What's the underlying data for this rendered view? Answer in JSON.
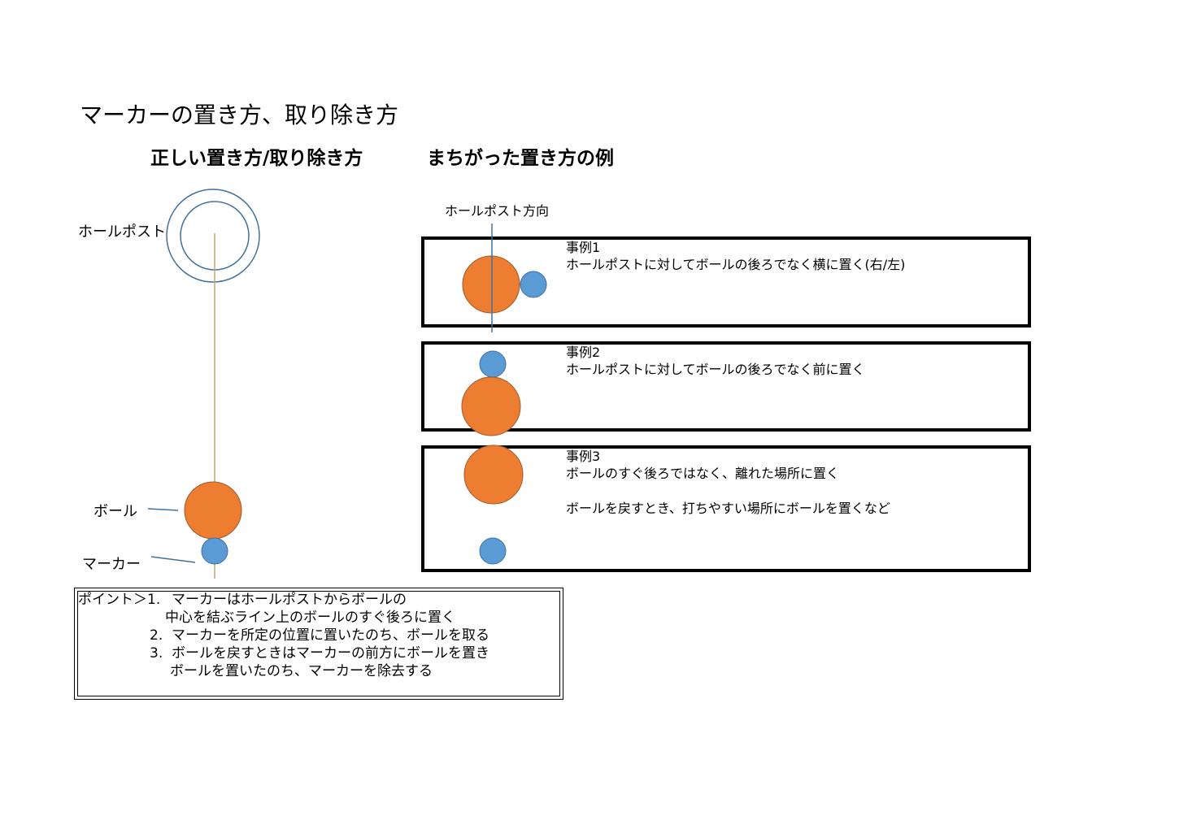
{
  "title": "マーカーの置き方、取り除き方",
  "headings": {
    "correct": "正しい置き方/取り除き方",
    "wrong": "まちがった置き方の例"
  },
  "labels": {
    "holepost": "ホールポスト",
    "ball": "ボール",
    "marker": "マーカー",
    "holepost_direction": "ホールポスト方向"
  },
  "cases": [
    {
      "title": "事例1",
      "lines": [
        "ホールポストに対してボールの後ろでなく横に置く(右/左)"
      ]
    },
    {
      "title": "事例2",
      "lines": [
        "ホールポストに対してボールの後ろでなく前に置く"
      ]
    },
    {
      "title": "事例3",
      "lines": [
        "ボールのすぐ後ろではなく、離れた場所に置く",
        "ボールを戻すとき、打ちやすい場所にボールを置くなど"
      ]
    }
  ],
  "points": {
    "lead": "ポイント＞1.",
    "p1_line1": "マーカーはホールポストからボールの",
    "p1_line2": "中心を結ぶライン上のボールのすぐ後ろに置く",
    "p2_num": "2.",
    "p2": "マーカーを所定の位置に置いたのち、ボールを取る",
    "p3_num": "3.",
    "p3_line1": "ボールを戻すときはマーカーの前方にボールを置き",
    "p3_line2": "ボールを置いたのち、マーカーを除去する"
  },
  "colors": {
    "ball": "#ED7D31",
    "ball_stroke": "#9E5A2C",
    "marker": "#5B9BD5",
    "marker_stroke": "#41719C",
    "holepost_ring": "#41719C",
    "guide_line": "#C9A36E"
  }
}
